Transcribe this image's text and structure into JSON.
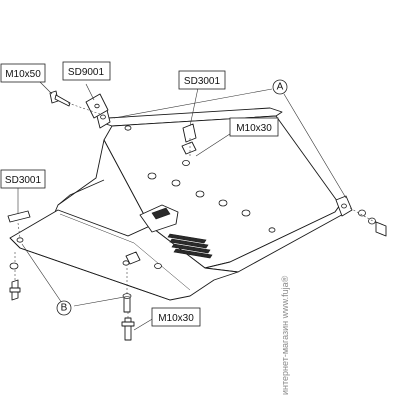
{
  "diagram": {
    "labels": {
      "m10x50": "M10x50",
      "sd9001": "SD9001",
      "sd3001_top": "SD3001",
      "sd3001_left": "SD3001",
      "m10x30_top": "M10x30",
      "m10x30_bottom": "M10x30"
    },
    "callouts": {
      "a": "A",
      "b": "B"
    }
  },
  "watermark": "интернет-магазин www.fuja®"
}
